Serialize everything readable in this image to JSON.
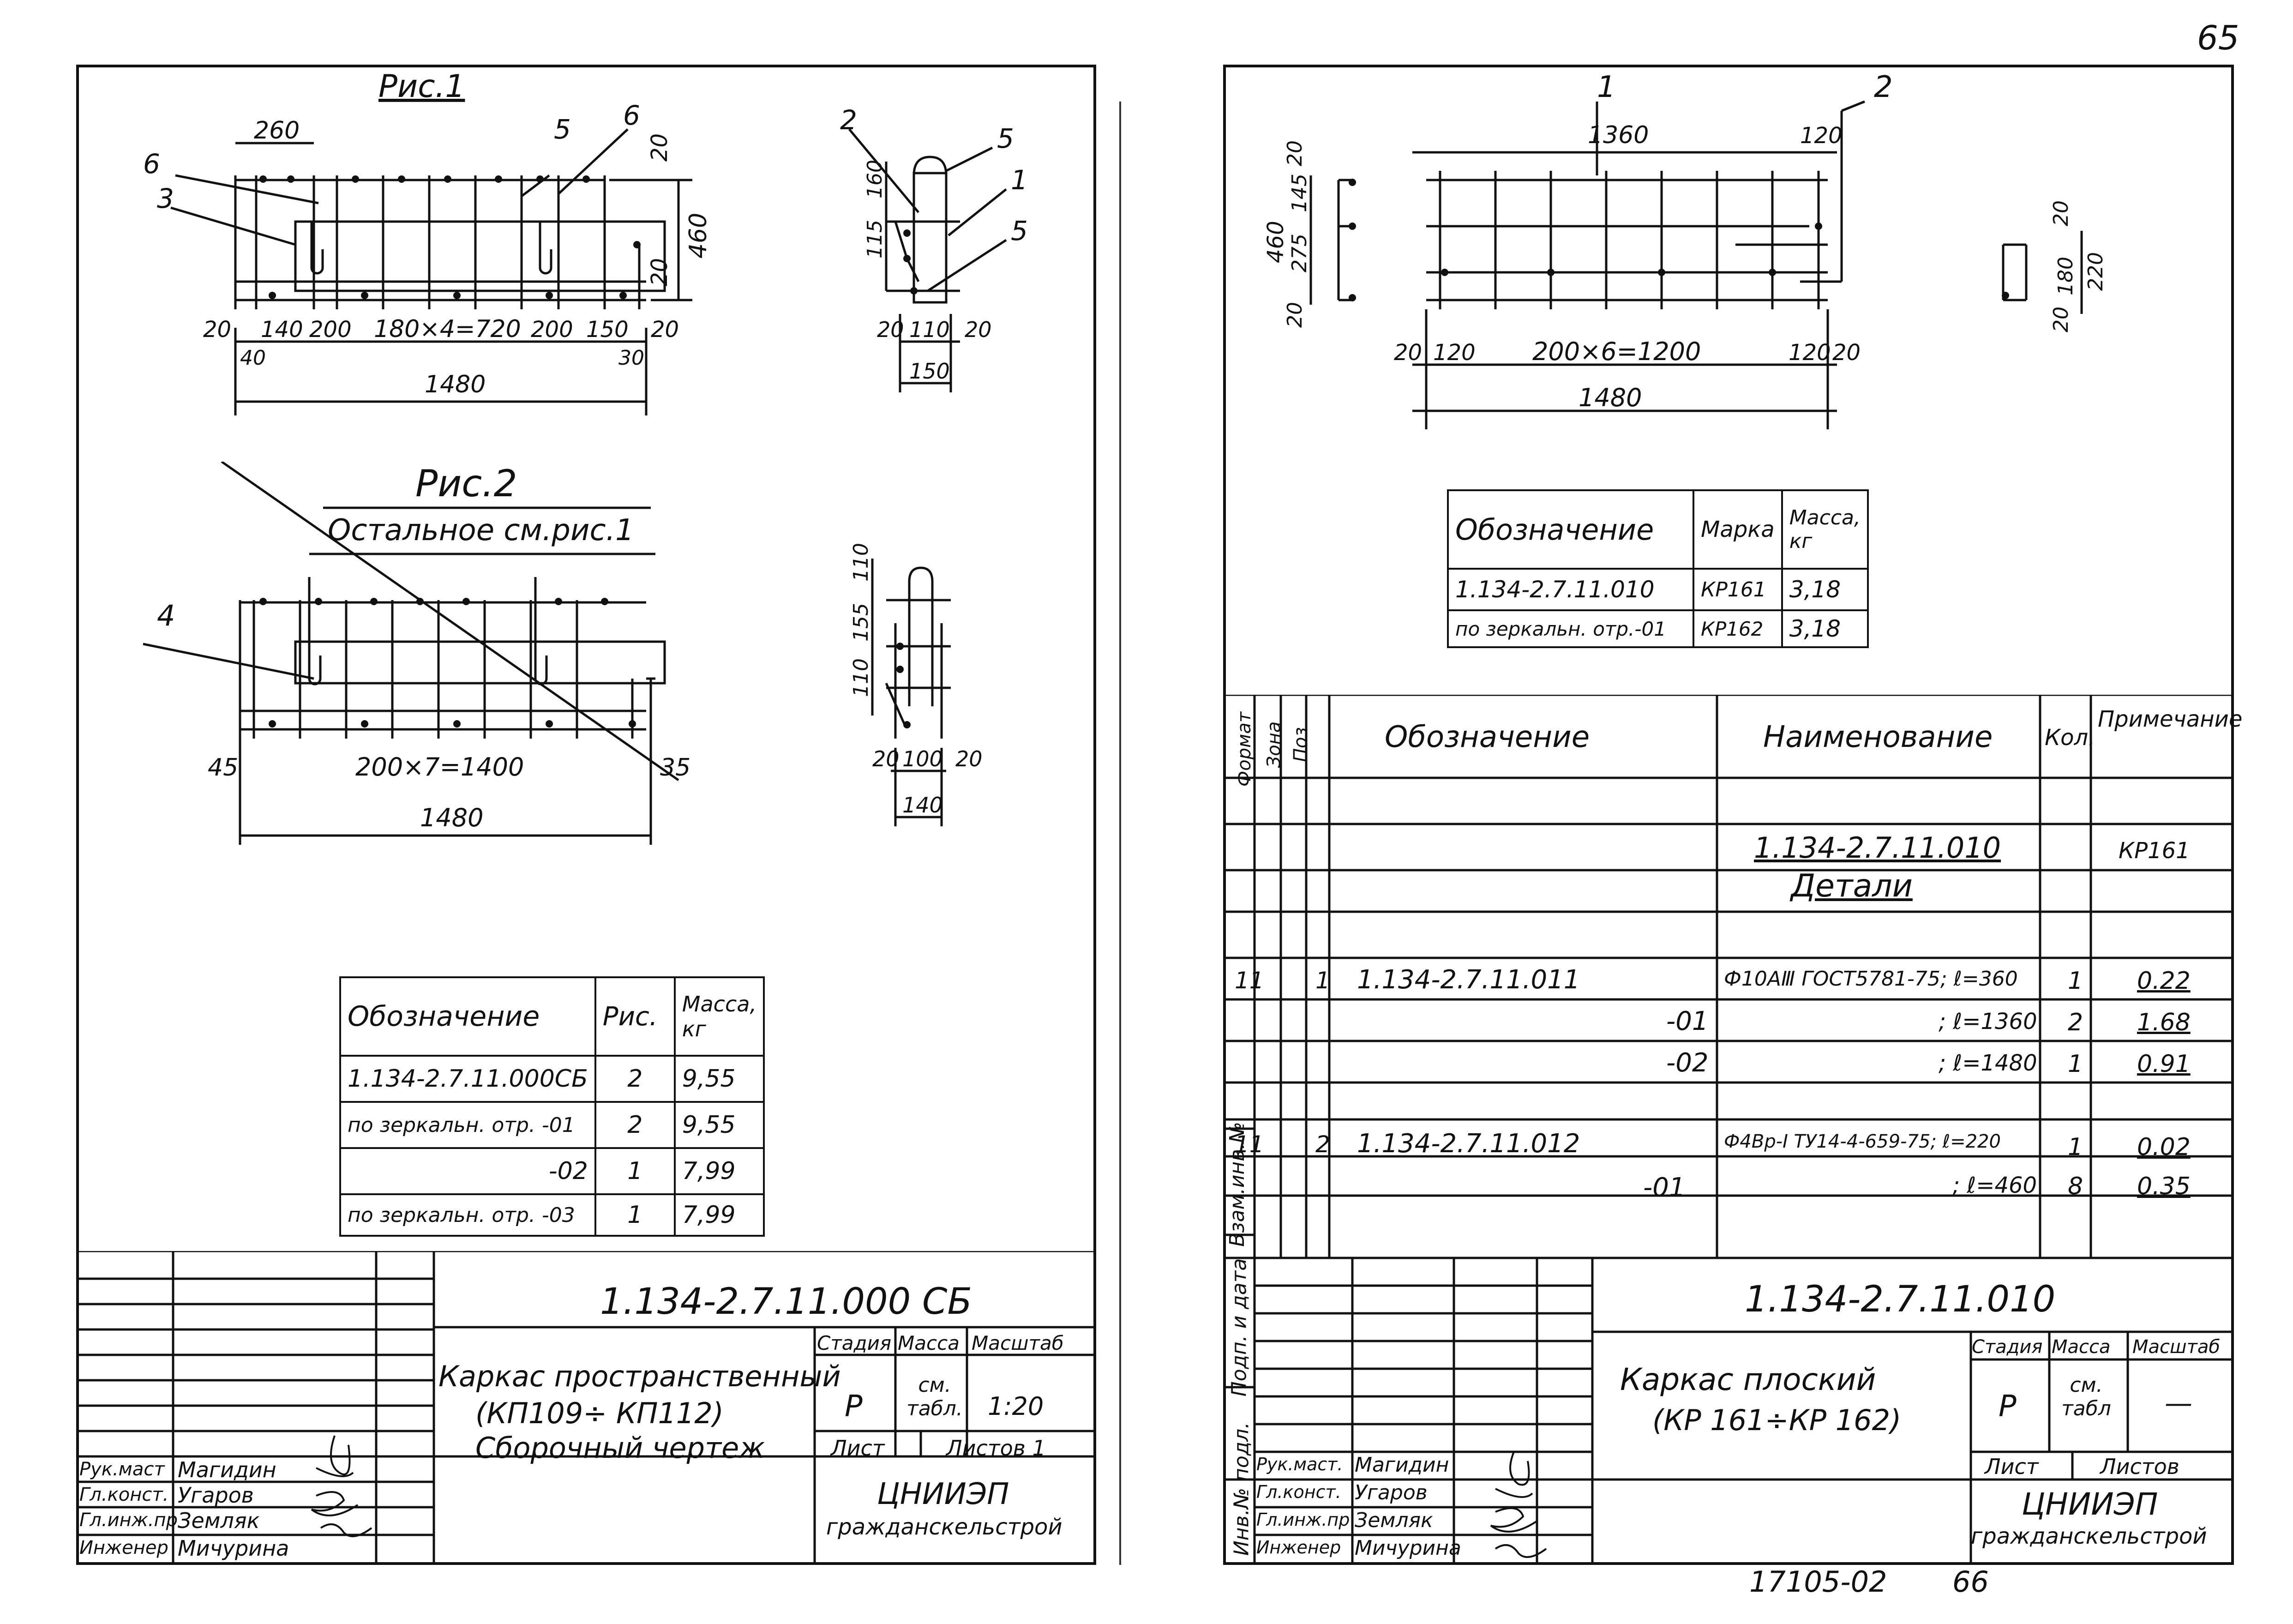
{
  "page": {
    "top_number": "65",
    "bottom_code": "17105-02",
    "bottom_page": "66"
  },
  "left_sheet": {
    "fig1_title": "Рис.1",
    "fig1_dims": {
      "d260": "260",
      "d20a": "20",
      "d460": "460",
      "d20b": "20",
      "d20c": "20",
      "d140": "140",
      "d200a": "200",
      "d180x4": "180×4=720",
      "d200b": "200",
      "d150": "150",
      "d20d": "20",
      "d40": "40",
      "d30": "30",
      "d1480": "1480"
    },
    "fig1_callouts": {
      "c6a": "6",
      "c3": "3",
      "c5": "5",
      "c6b": "6"
    },
    "section1": {
      "c2": "2",
      "c5a": "5",
      "c1": "1",
      "c5b": "5",
      "d160": "160",
      "d115": "115",
      "d20a": "20",
      "d110": "110",
      "d20b": "20",
      "d150": "150"
    },
    "fig2_title": "Рис.2",
    "fig2_subtitle": "Остальное см.рис.1",
    "fig2_callouts": {
      "c4": "4"
    },
    "fig2_dims": {
      "d45": "45",
      "d200x7": "200×7=1400",
      "d35": "35",
      "d1480": "1480"
    },
    "section2": {
      "d110a": "110",
      "d155": "155",
      "d110b": "110",
      "d20a": "20",
      "d100": "100",
      "d20b": "20",
      "d140": "140"
    },
    "table": {
      "headers": [
        "Обозначение",
        "Рис.",
        "Масса, кг"
      ],
      "rows": [
        [
          "1.134-2.7.11.000СБ",
          "2",
          "9,55"
        ],
        [
          "по зеркальн. отр. -01",
          "2",
          "9,55"
        ],
        [
          "-02",
          "1",
          "7,99"
        ],
        [
          "по зеркальн. отр. -03",
          "1",
          "7,99"
        ]
      ]
    },
    "stamp": {
      "doc_code": "1.134-2.7.11.000 СБ",
      "title_lines": [
        "Каркас пространственный",
        "(КП109÷ КП112)",
        "Сборочный чертеж"
      ],
      "stage_label": "Стадия",
      "mass_label": "Масса",
      "scale_label": "Масштаб",
      "stage_value": "Р",
      "mass_value": "см. табл.",
      "scale_value": "1:20",
      "sheet_label": "Лист",
      "sheets_label": "Листов 1",
      "org_line1": "ЦНИИЭП",
      "org_line2": "гражданскельстрой",
      "roles": [
        {
          "role": "Рук.маст",
          "name": "Магидин"
        },
        {
          "role": "Гл.конст.",
          "name": "Угаров"
        },
        {
          "role": "Гл.инж.пр",
          "name": "Земляк"
        },
        {
          "role": "Инженер",
          "name": "Мичурина"
        }
      ]
    }
  },
  "right_sheet": {
    "callouts": {
      "c1": "1",
      "c2": "2"
    },
    "frame_dims": {
      "d1360": "1360",
      "d120a": "120",
      "d20a": "20",
      "d120b": "120",
      "d200x6": "200×6=1200",
      "d120c": "120",
      "d20b": "20",
      "d1480": "1480"
    },
    "left_section_dims": {
      "d20a": "20",
      "d145": "145",
      "d275": "275",
      "d460": "460",
      "d20b": "20"
    },
    "right_section_dims": {
      "d20a": "20",
      "d180": "180",
      "d220": "220",
      "d20b": "20"
    },
    "small_table": {
      "headers": [
        "Обозначение",
        "Марка",
        "Масса, кг"
      ],
      "rows": [
        [
          "1.134-2.7.11.010",
          "КР161",
          "3,18"
        ],
        [
          "по зеркальн. отр.-01",
          "КР162",
          "3,18"
        ]
      ]
    },
    "spec_table": {
      "headers": [
        "Формат",
        "Зона",
        "Поз",
        "Обозначение",
        "Наименование",
        "Кол.",
        "Примечание"
      ],
      "doc_ref": "1.134-2.7.11.010",
      "section_title": "Детали",
      "note_kr": "КР161",
      "rows": [
        [
          "11",
          "",
          "1",
          "1.134-2.7.11.011",
          "Ф10АⅢ ГОСТ5781-75; ℓ=360",
          "1",
          "0.22"
        ],
        [
          "",
          "",
          "",
          "-01",
          "; ℓ=1360",
          "2",
          "1.68"
        ],
        [
          "",
          "",
          "",
          "-02",
          "; ℓ=1480",
          "1",
          "0.91"
        ],
        [
          "11",
          "",
          "2",
          "1.134-2.7.11.012",
          "Ф4Вр-Ⅰ ТУ14-4-659-75; ℓ=220",
          "1",
          "0.02"
        ],
        [
          "",
          "",
          "",
          "-01",
          "; ℓ=460",
          "8",
          "0.35"
        ]
      ]
    },
    "side_labels": [
      "Взам.инв.№",
      "Подп. и дата",
      "Инв.№ подл."
    ],
    "stamp": {
      "doc_code": "1.134-2.7.11.010",
      "title_lines": [
        "Каркас плоский",
        "(КР 161÷КР 162)"
      ],
      "stage_label": "Стадия",
      "mass_label": "Масса",
      "scale_label": "Масштаб",
      "stage_value": "Р",
      "mass_value": "см. табл",
      "scale_value": "—",
      "sheet_label": "Лист",
      "sheets_label": "Листов",
      "org_line1": "ЦНИИЭП",
      "org_line2": "гражданскельстрой",
      "roles": [
        {
          "role": "Рук.маст.",
          "name": "Магидин"
        },
        {
          "role": "Гл.конст.",
          "name": "Угаров"
        },
        {
          "role": "Гл.инж.пр",
          "name": "Земляк"
        },
        {
          "role": "Инженер",
          "name": "Мичурина"
        }
      ]
    }
  }
}
